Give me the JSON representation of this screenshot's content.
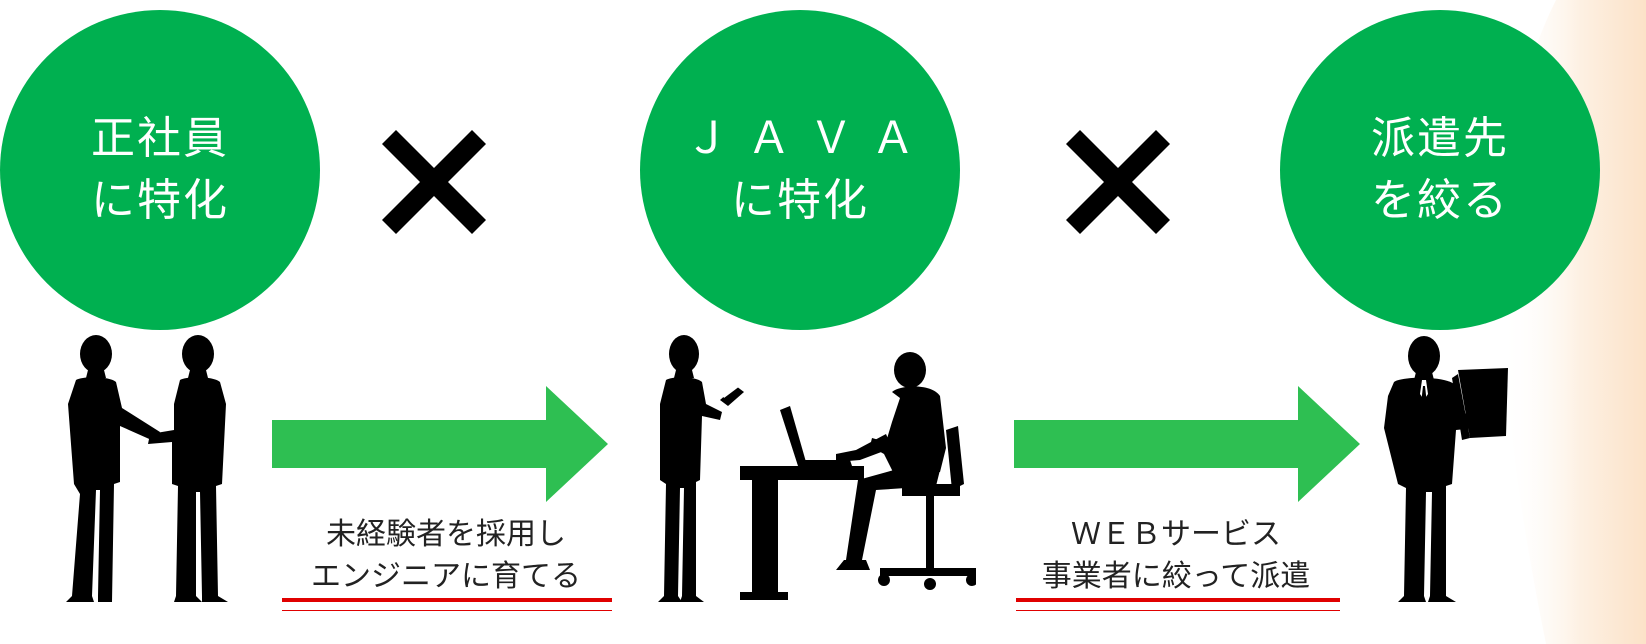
{
  "colors": {
    "circle_green": "#00b050",
    "arrow_green": "#2ebf52",
    "cross": "#000000",
    "underline_red": "#e00000",
    "peach_bg": "#fde9d2"
  },
  "circles": [
    {
      "line1": "正社員",
      "line2": "に特化"
    },
    {
      "line1": "ＪＡＶＡ",
      "line2": "に特化"
    },
    {
      "line1": "派遣先",
      "line2": "を絞る"
    }
  ],
  "steps": [
    {
      "line1": "未経験者を採用し",
      "line2": "エンジニアに育てる"
    },
    {
      "line1": "ＷＥＢサービス",
      "line2": "事業者に絞って派遣"
    }
  ],
  "figures": [
    {
      "icon": "handshake-businessmen-silhouette-icon"
    },
    {
      "icon": "engineer-at-desk-silhouette-icon"
    },
    {
      "icon": "businessman-with-laptop-silhouette-icon"
    }
  ]
}
